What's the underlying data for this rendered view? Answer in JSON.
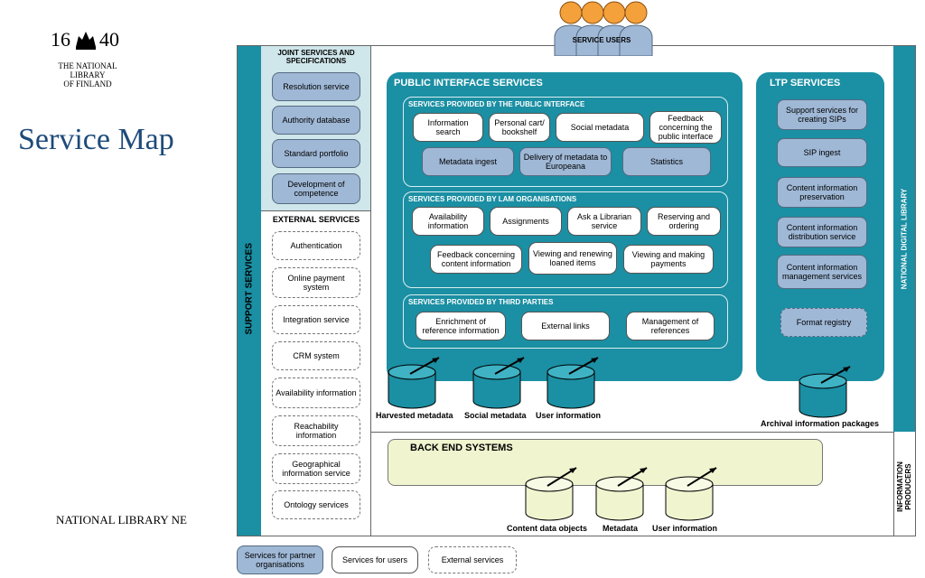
{
  "logo": {
    "year_left": "16",
    "year_right": "40",
    "line1": "THE NATIONAL",
    "line2": "LIBRARY",
    "line3": "OF FINLAND"
  },
  "page_title": "Service Map",
  "footer_text": "NATIONAL LIBRARY NE",
  "service_users": "SERVICE USERS",
  "joint": {
    "title": "JOINT SERVICES AND SPECIFICATIONS",
    "items": [
      "Resolution service",
      "Authority database",
      "Standard portfolio",
      "Development of competence"
    ]
  },
  "external": {
    "title": "EXTERNAL SERVICES",
    "items": [
      "Authentication",
      "Online payment system",
      "Integration service",
      "CRM system",
      "Availability information",
      "Reachability information",
      "Geographical information service",
      "Ontology services"
    ]
  },
  "support_services": "SUPPORT SERVICES",
  "public_interface": {
    "title": "PUBLIC INTERFACE SERVICES",
    "sections": [
      {
        "title": "SERVICES PROVIDED BY THE PUBLIC INTERFACE",
        "items": [
          "Information search",
          "Personal cart/ bookshelf",
          "Social metadata",
          "Feedback concerning the public interface",
          "Metadata ingest",
          "Delivery of metadata to Europeana",
          "Statistics"
        ]
      },
      {
        "title": "SERVICES PROVIDED BY LAM ORGANISATIONS",
        "items": [
          "Availability information",
          "Assignments",
          "Ask a Librarian service",
          "Reserving and ordering",
          "Feedback concerning content information",
          "Viewing and renewing loaned items",
          "Viewing and making payments"
        ]
      },
      {
        "title": "SERVICES PROVIDED BY THIRD PARTIES",
        "items": [
          "Enrichment of reference information",
          "External links",
          "Management of references"
        ]
      }
    ],
    "databases": [
      "Harvested metadata",
      "Social metadata",
      "User information"
    ]
  },
  "ltp": {
    "title": "LTP SERVICES",
    "items": [
      "Support services for creating SIPs",
      "SIP ingest",
      "Content information preservation",
      "Content information distribution service",
      "Content information management services",
      "Format registry"
    ],
    "database": "Archival information packages"
  },
  "national_digital_library": "NATIONAL DIGITAL LIBRARY",
  "information_producers": "INFORMATION PRODUCERS",
  "back_end": {
    "title": "BACK END SYSTEMS",
    "databases": [
      "Content data objects",
      "Metadata",
      "User information"
    ]
  },
  "legend": [
    "Services for partner organisations",
    "Services for users",
    "External services"
  ],
  "colors": {
    "teal": "#1b8fa3",
    "partner": "#9fb8d6",
    "backend": "#f0f5cf",
    "title_blue": "#1e4b7a"
  }
}
